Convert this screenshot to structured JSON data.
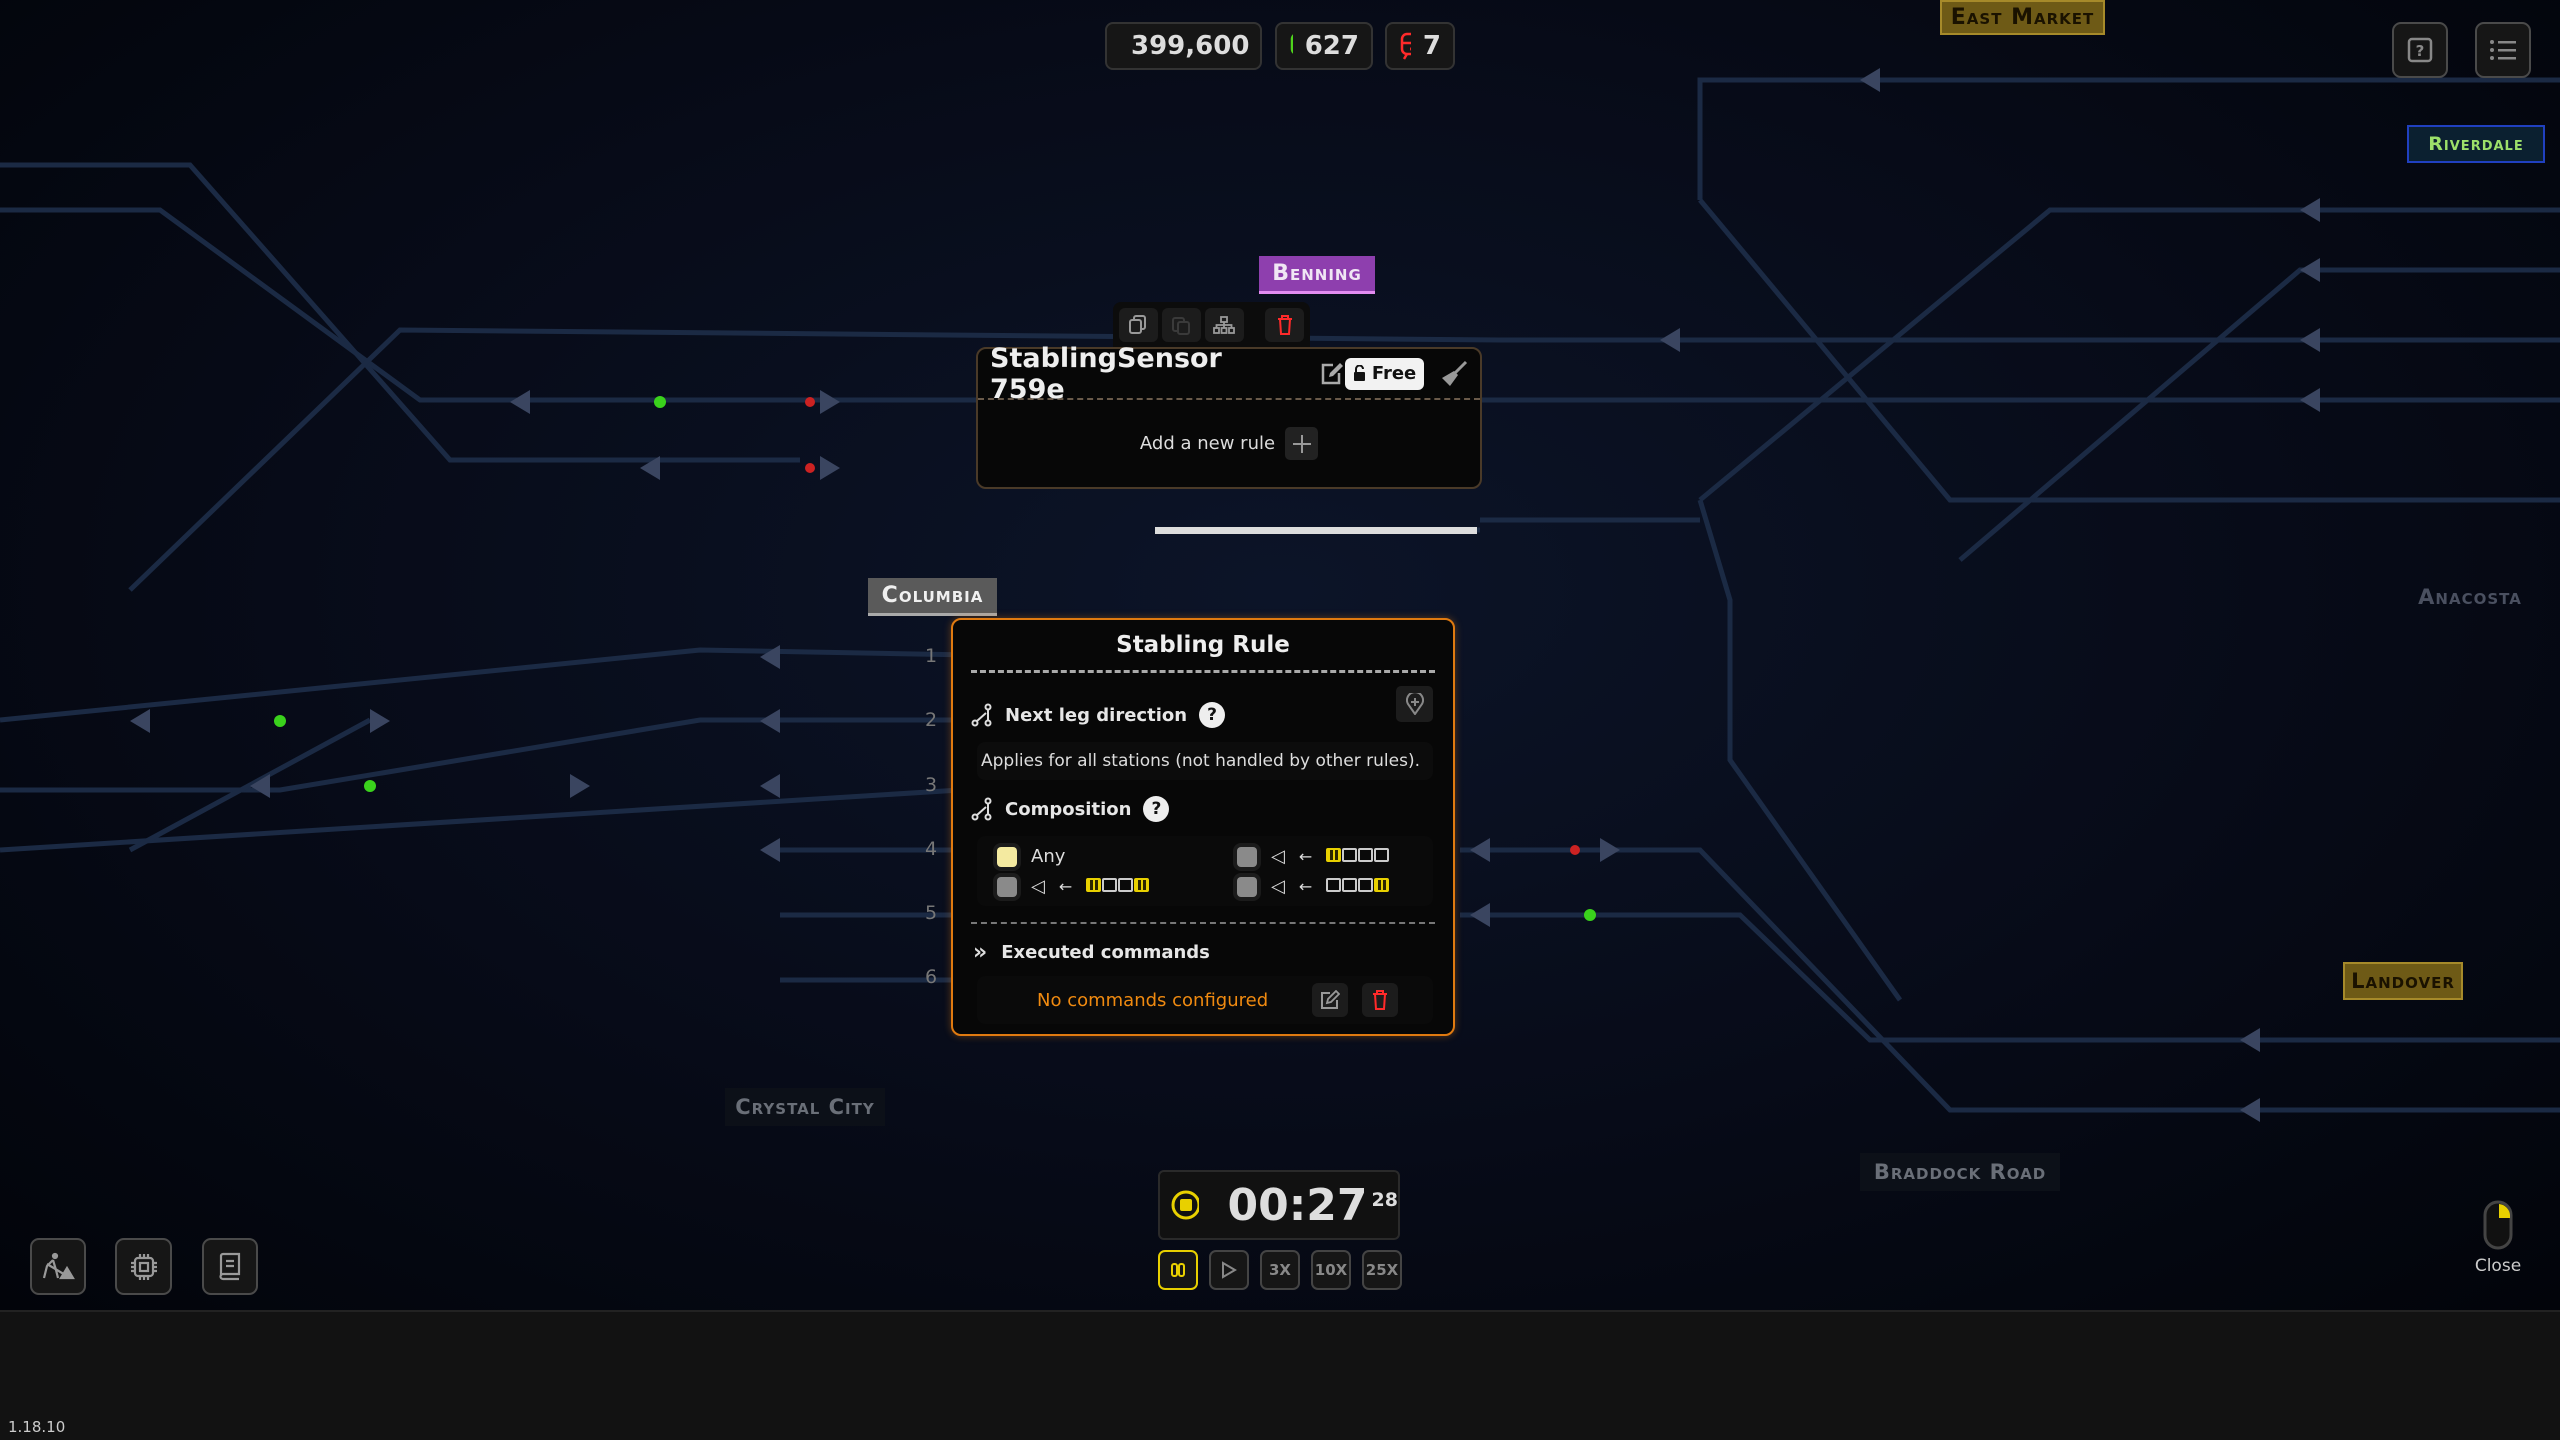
{
  "stats": {
    "money": "399,600",
    "trains_ok": "627",
    "trains_bad": "7"
  },
  "stations": {
    "east_market": "East Market",
    "riverdale": "Riverdale",
    "benning": "Benning",
    "columbia": "Columbia",
    "anacosta": "Anacosta",
    "landover": "Landover",
    "crystal_city": "Crystal City",
    "braddock_road": "Braddock Road"
  },
  "sensor_panel": {
    "title": "StablingSensor 759e",
    "lock_label": "Free",
    "add_rule_label": "Add a new rule"
  },
  "rule_panel": {
    "title": "Stabling Rule",
    "next_leg_label": "Next leg direction",
    "next_leg_text": "Applies for all stations (not handled by other rules).",
    "composition_label": "Composition",
    "composition_any": "Any",
    "executed_label": "Executed commands",
    "no_commands": "No commands configured"
  },
  "tracks": [
    "1",
    "2",
    "3",
    "4",
    "5",
    "6"
  ],
  "timer": {
    "time": "00:27",
    "sub": "28"
  },
  "speeds": [
    "3X",
    "10X",
    "25X"
  ],
  "close_label": "Close",
  "version": "1.18.10",
  "colors": {
    "accent": "#e8d000",
    "panel_border": "#e07a10",
    "benning": "#8e3fae",
    "danger": "#ff2a2a",
    "ok": "#4fd41c"
  }
}
